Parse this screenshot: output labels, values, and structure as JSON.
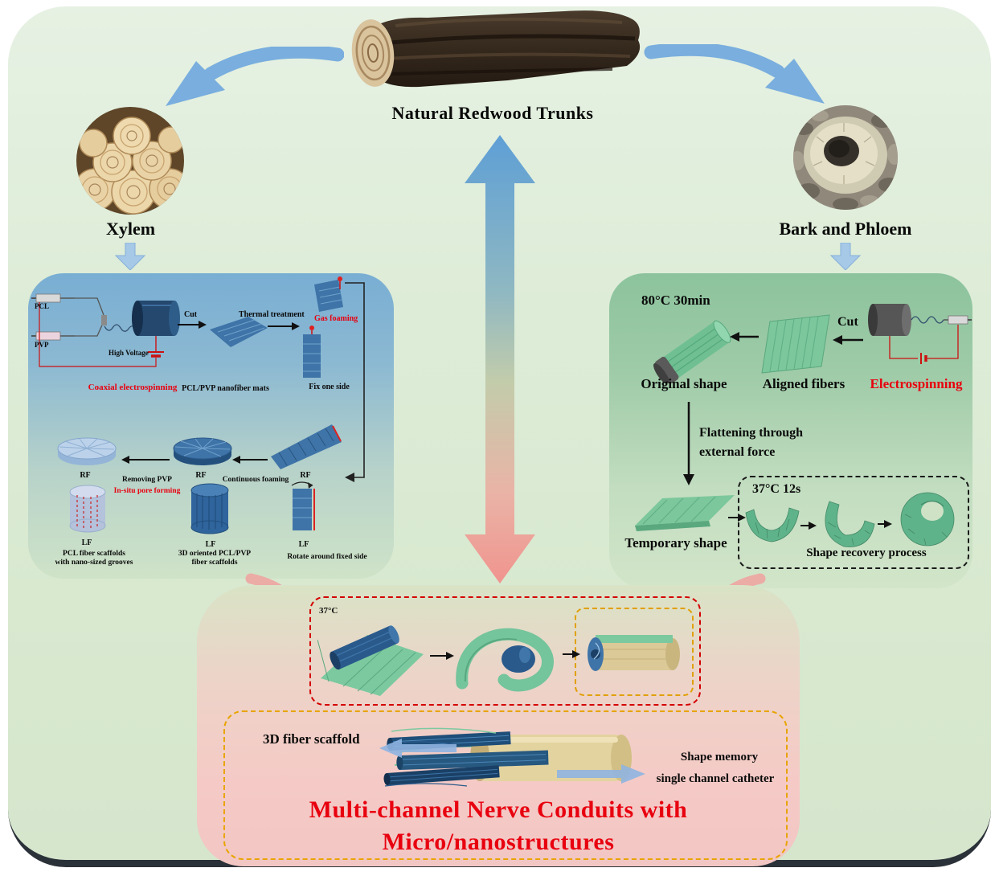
{
  "header": {
    "title": "Natural Redwood Trunks"
  },
  "xylem": {
    "label": "Xylem",
    "pcl": "PCL",
    "pvp": "PVP",
    "high_voltage": "High Voltage",
    "coaxial": "Coaxial electrospinning",
    "cut": "Cut",
    "nanofiber_mats": "PCL/PVP nanofiber mats",
    "thermal": "Thermal treatment",
    "gas_foaming": "Gas foaming",
    "fix_one_side": "Fix one side",
    "rf1": "RF",
    "rf2": "RF",
    "rf3": "RF",
    "lf1": "LF",
    "lf2": "LF",
    "lf3": "LF",
    "removing_pvp": "Removing PVP",
    "in_situ": "In-situ pore forming",
    "continuous_foaming": "Continuous foaming",
    "scaffold1_l1": "PCL fiber scaffolds",
    "scaffold1_l2": "with  nano-sized grooves",
    "scaffold2_l1": "3D oriented PCL/PVP",
    "scaffold2_l2": "fiber scaffolds",
    "rotate": "Rotate around fixed side"
  },
  "bark": {
    "label": "Bark and Phloem",
    "heat": "80°C 30min",
    "cut": "Cut",
    "original_shape": "Original shape",
    "aligned_fibers": "Aligned fibers",
    "electrospinning": "Electrospinning",
    "flatten_l1": "Flattening through",
    "flatten_l2": "external force",
    "temporary_shape": "Temporary shape",
    "recovery_temp": "37°C  12s",
    "recovery": "Shape recovery process"
  },
  "bottom": {
    "temp": "37°C",
    "scaffold": "3D fiber scaffold",
    "memory_l1": "Shape memory",
    "memory_l2": "single channel catheter",
    "title_l1": "Multi-channel Nerve Conduits with",
    "title_l2": "Micro/nanostructures"
  }
}
